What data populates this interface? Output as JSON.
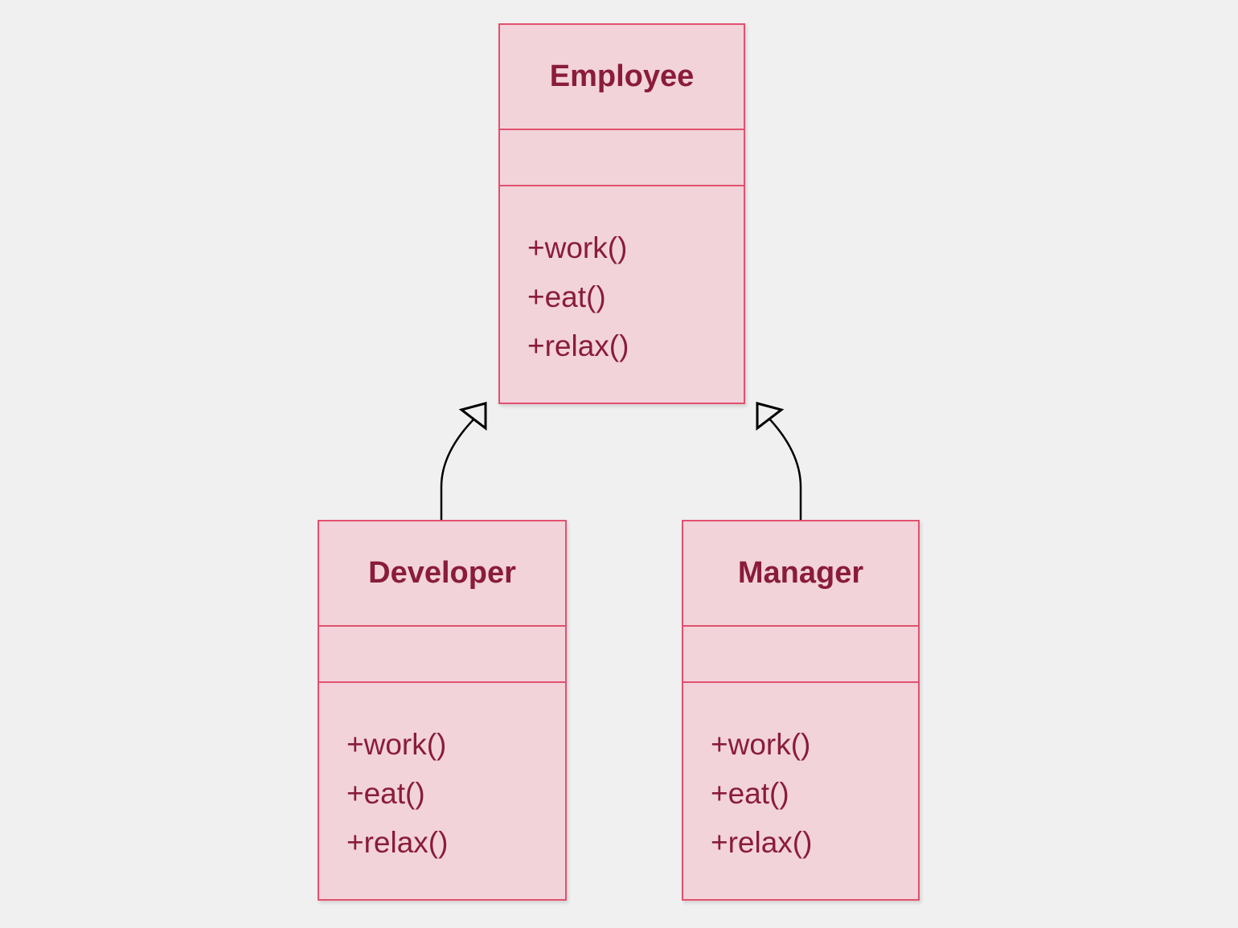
{
  "colors": {
    "background": "#f0f0f0",
    "class_fill": "#f2d3da",
    "class_border": "#e2506f",
    "class_text": "#8a1c3a",
    "edge": "#000000"
  },
  "classes": {
    "employee": {
      "name": "Employee",
      "attributes": [],
      "methods": [
        "+work()",
        "+eat()",
        "+relax()"
      ]
    },
    "developer": {
      "name": "Developer",
      "attributes": [],
      "methods": [
        "+work()",
        "+eat()",
        "+relax()"
      ]
    },
    "manager": {
      "name": "Manager",
      "attributes": [],
      "methods": [
        "+work()",
        "+eat()",
        "+relax()"
      ]
    }
  },
  "relations": [
    {
      "type": "inheritance",
      "from": "Developer",
      "to": "Employee"
    },
    {
      "type": "inheritance",
      "from": "Manager",
      "to": "Employee"
    }
  ]
}
